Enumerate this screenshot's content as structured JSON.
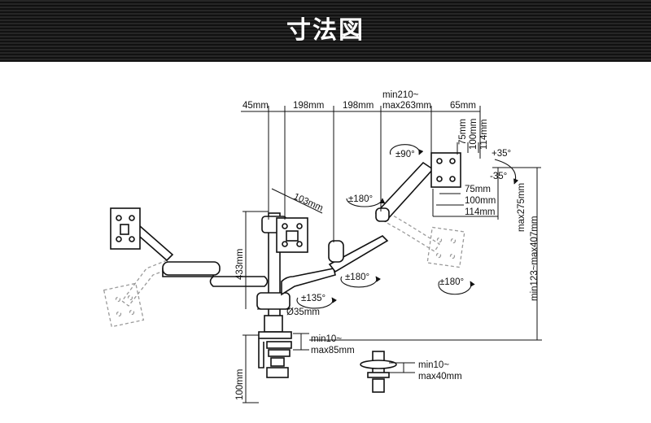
{
  "header": {
    "title": "寸法図"
  },
  "dimensions": {
    "top_45": "45mm",
    "top_198a": "198mm",
    "top_198b": "198mm",
    "top_min210": "min210~",
    "top_max263": "max263mm",
    "top_65": "65mm",
    "v_75": "75mm",
    "v_100": "100mm",
    "v_114": "114mm",
    "h_75": "75mm",
    "h_100": "100mm",
    "h_114": "114mm",
    "arm_103": "103mm",
    "pole_433": "433mm",
    "pole_dia": "Ø35mm",
    "clamp_min10": "min10~",
    "clamp_max85": "max85mm",
    "base_100": "100mm",
    "grommet_min10": "min10~",
    "grommet_max40": "max40mm",
    "height_max275": "max275mm",
    "height_range": "min123~max407mm"
  },
  "rotations": {
    "tilt_up": "+35°",
    "tilt_down": "-35°",
    "rot_90": "±90°",
    "rot_180_top": "±180°",
    "rot_180_mid": "±180°",
    "rot_180_right": "±180°",
    "rot_135": "±135°"
  },
  "colors": {
    "header_bg": "#1a1a1a",
    "header_text": "#ffffff",
    "line": "#111111",
    "ghost": "#9a9a9a"
  }
}
